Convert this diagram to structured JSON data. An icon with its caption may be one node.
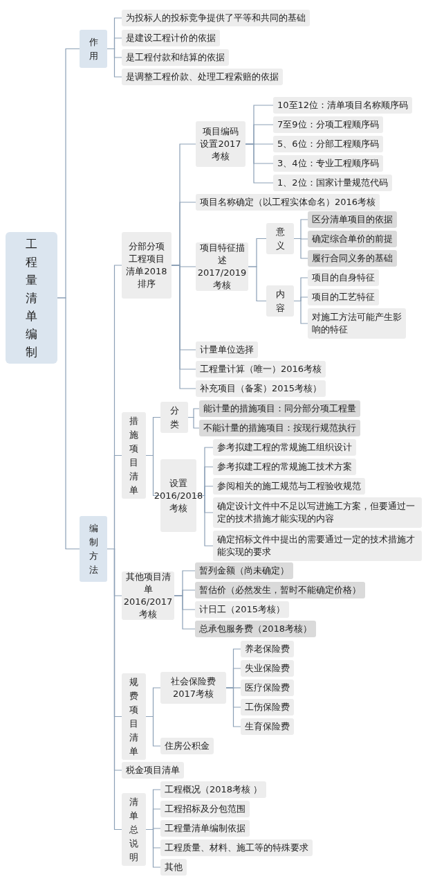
{
  "diagram": {
    "nodes": [
      {
        "text": [
          "工程量清单编制"
        ]
      },
      {
        "text": [
          "作用"
        ]
      },
      {
        "text": [
          "为投标人的投标竞争提供了平等和共同的基础"
        ]
      },
      {
        "text": [
          "是建设工程计价的依据"
        ]
      },
      {
        "text": [
          "是工程付款和结算的依据"
        ]
      },
      {
        "text": [
          "是调整工程价款、处理工程索赔的依据"
        ]
      },
      {
        "text": [
          "编制方法"
        ]
      },
      {
        "text": [
          "分部分项工程项目清单2018排序"
        ]
      },
      {
        "text": [
          "项目编码设置2017考核"
        ]
      },
      {
        "text": [
          "10至12位：清单项目名称顺序码"
        ]
      },
      {
        "text": [
          "7至9位：分项工程顺序码"
        ]
      },
      {
        "text": [
          "5、6位：分部工程顺序码"
        ]
      },
      {
        "text": [
          "3、4位：专业工程顺序码"
        ]
      },
      {
        "text": [
          "1、2位：国家计量规范代码"
        ]
      },
      {
        "text": [
          "项目名称确定（以工程实体命名）2016考核"
        ]
      },
      {
        "text": [
          "项目特征描述2017/2019考核"
        ]
      },
      {
        "text": [
          "意义"
        ]
      },
      {
        "text": [
          "区分清单项目的依据"
        ]
      },
      {
        "text": [
          "确定综合单价的前提"
        ]
      },
      {
        "text": [
          "履行合同义务的基础"
        ]
      },
      {
        "text": [
          "内容"
        ]
      },
      {
        "text": [
          "项目的自身特征"
        ]
      },
      {
        "text": [
          "项目的工艺特征"
        ]
      },
      {
        "text": [
          "对施工方法可能产生影响的特征"
        ]
      },
      {
        "text": [
          "计量单位选择"
        ]
      },
      {
        "text": [
          "工程量计算（唯一）2016考核"
        ]
      },
      {
        "text": [
          "补充项目（备案）2015考核）"
        ]
      },
      {
        "text": [
          "措施项目清单"
        ]
      },
      {
        "text": [
          "分类"
        ]
      },
      {
        "text": [
          "能计量的措施项目：同分部分项工程量"
        ]
      },
      {
        "text": [
          "不能计量的措施项目：按现行规范执行"
        ]
      },
      {
        "text": [
          "设置2016/2018考核"
        ]
      },
      {
        "text": [
          "参考拟建工程的常规施工组织设计"
        ]
      },
      {
        "text": [
          "参考拟建工程的常规施工技术方案"
        ]
      },
      {
        "text": [
          "参阅相关的施工规范与工程验收规范"
        ]
      },
      {
        "text": [
          "确定设计文件中不足以写进施工方案，但要通过一定的技术措施才能实现的内容"
        ]
      },
      {
        "text": [
          "确定招标文件中提出的需要通过一定的技术措施才能实现的要求"
        ]
      },
      {
        "text": [
          "其他项目清单2016/2017考核"
        ]
      },
      {
        "text": [
          "暂列金额（尚未确定）"
        ]
      },
      {
        "text": [
          "暂估价（必然发生，暂时不能确定价格）"
        ]
      },
      {
        "text": [
          "计日工（2015考核）"
        ]
      },
      {
        "text": [
          "总承包服务费（2018考核）"
        ]
      },
      {
        "text": [
          "规费项目清单"
        ]
      },
      {
        "text": [
          "社会保险费2017考核"
        ]
      },
      {
        "text": [
          "养老保险费"
        ]
      },
      {
        "text": [
          "失业保险费"
        ]
      },
      {
        "text": [
          "医疗保险费"
        ]
      },
      {
        "text": [
          "工伤保险费"
        ]
      },
      {
        "text": [
          "生育保险费"
        ]
      },
      {
        "text": [
          "住房公积金"
        ]
      },
      {
        "text": [
          "税金项目清单"
        ]
      },
      {
        "text": [
          "清单总说明"
        ]
      },
      {
        "text": [
          "工程概况（2018考核 ）"
        ]
      },
      {
        "text": [
          "工程招标及分包范围"
        ]
      },
      {
        "text": [
          "工程量清单编制依据"
        ]
      },
      {
        "text": [
          "工程质量、材料、施工等的特殊要求"
        ]
      },
      {
        "text": [
          "其他"
        ]
      }
    ],
    "edges": [
      {
        "from": 0,
        "to": 1,
        "arrow": "none"
      },
      {
        "from": 1,
        "to": 2,
        "arrow": "none"
      },
      {
        "from": 1,
        "to": 3,
        "arrow": "none"
      },
      {
        "from": 1,
        "to": 4,
        "arrow": "none"
      },
      {
        "from": 1,
        "to": 5,
        "arrow": "none"
      },
      {
        "from": 0,
        "to": 6,
        "arrow": "none"
      },
      {
        "from": 6,
        "to": 7,
        "arrow": "none"
      },
      {
        "from": 7,
        "to": 8,
        "arrow": "none"
      },
      {
        "from": 8,
        "to": 9,
        "arrow": "none"
      },
      {
        "from": 8,
        "to": 10,
        "arrow": "none"
      },
      {
        "from": 8,
        "to": 11,
        "arrow": "none"
      },
      {
        "from": 8,
        "to": 12,
        "arrow": "none"
      },
      {
        "from": 8,
        "to": 13,
        "arrow": "none"
      },
      {
        "from": 7,
        "to": 14,
        "arrow": "none"
      },
      {
        "from": 7,
        "to": 15,
        "arrow": "none"
      },
      {
        "from": 15,
        "to": 16,
        "arrow": "none"
      },
      {
        "from": 16,
        "to": 17,
        "arrow": "none"
      },
      {
        "from": 16,
        "to": 18,
        "arrow": "none"
      },
      {
        "from": 16,
        "to": 19,
        "arrow": "none"
      },
      {
        "from": 15,
        "to": 20,
        "arrow": "none"
      },
      {
        "from": 20,
        "to": 21,
        "arrow": "none"
      },
      {
        "from": 20,
        "to": 22,
        "arrow": "none"
      },
      {
        "from": 20,
        "to": 23,
        "arrow": "none"
      },
      {
        "from": 7,
        "to": 24,
        "arrow": "none"
      },
      {
        "from": 7,
        "to": 25,
        "arrow": "none"
      },
      {
        "from": 7,
        "to": 26,
        "arrow": "none"
      },
      {
        "from": 6,
        "to": 27,
        "arrow": "none"
      },
      {
        "from": 27,
        "to": 28,
        "arrow": "none"
      },
      {
        "from": 28,
        "to": 29,
        "arrow": "none"
      },
      {
        "from": 28,
        "to": 30,
        "arrow": "none"
      },
      {
        "from": 27,
        "to": 31,
        "arrow": "none"
      },
      {
        "from": 31,
        "to": 32,
        "arrow": "none"
      },
      {
        "from": 31,
        "to": 33,
        "arrow": "none"
      },
      {
        "from": 31,
        "to": 34,
        "arrow": "none"
      },
      {
        "from": 31,
        "to": 35,
        "arrow": "none"
      },
      {
        "from": 31,
        "to": 36,
        "arrow": "none"
      },
      {
        "from": 6,
        "to": 37,
        "arrow": "none"
      },
      {
        "from": 37,
        "to": 38,
        "arrow": "none"
      },
      {
        "from": 37,
        "to": 39,
        "arrow": "none"
      },
      {
        "from": 37,
        "to": 40,
        "arrow": "none"
      },
      {
        "from": 37,
        "to": 41,
        "arrow": "none"
      },
      {
        "from": 6,
        "to": 42,
        "arrow": "none"
      },
      {
        "from": 42,
        "to": 43,
        "arrow": "none"
      },
      {
        "from": 43,
        "to": 44,
        "arrow": "none"
      },
      {
        "from": 43,
        "to": 45,
        "arrow": "none"
      },
      {
        "from": 43,
        "to": 46,
        "arrow": "none"
      },
      {
        "from": 43,
        "to": 47,
        "arrow": "none"
      },
      {
        "from": 43,
        "to": 48,
        "arrow": "none"
      },
      {
        "from": 42,
        "to": 49,
        "arrow": "none"
      },
      {
        "from": 6,
        "to": 50,
        "arrow": "none"
      },
      {
        "from": 6,
        "to": 51,
        "arrow": "none"
      },
      {
        "from": 51,
        "to": 52,
        "arrow": "none"
      },
      {
        "from": 51,
        "to": 53,
        "arrow": "none"
      },
      {
        "from": 51,
        "to": 54,
        "arrow": "none"
      },
      {
        "from": 51,
        "to": 55,
        "arrow": "none"
      },
      {
        "from": 51,
        "to": 56,
        "arrow": "none"
      }
    ]
  }
}
